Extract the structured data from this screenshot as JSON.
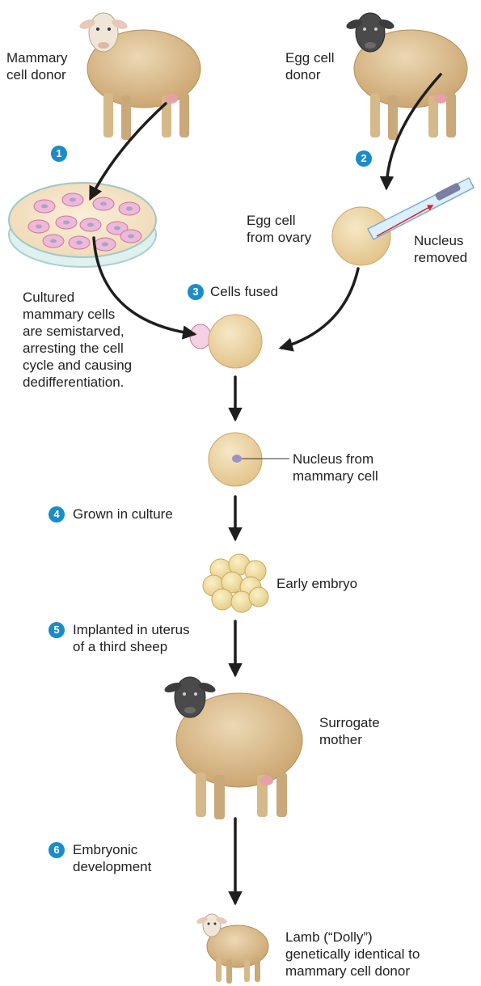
{
  "donors": {
    "mammary_donor_label": "Mammary\ncell donor",
    "egg_donor_label": "Egg cell\ndonor"
  },
  "steps": [
    {
      "number": "1",
      "text": ""
    },
    {
      "number": "2",
      "text": ""
    },
    {
      "number": "3",
      "text": "Cells fused"
    },
    {
      "number": "4",
      "text": "Grown in culture"
    },
    {
      "number": "5",
      "text": "Implanted in uterus\nof a third sheep"
    },
    {
      "number": "6",
      "text": "Embryonic\ndevelopment"
    }
  ],
  "labels": {
    "egg_from_ovary": "Egg cell\nfrom ovary",
    "nucleus_removed": "Nucleus\nremoved",
    "cultured_cells": "Cultured\nmammary cells\nare semistarved,\narresting the cell\ncycle and causing\ndedifferentiation.",
    "nucleus_from_mammary": "Nucleus from\nmammary cell",
    "early_embryo": "Early embryo",
    "surrogate_mother": "Surrogate\nmother",
    "lamb": "Lamb (“Dolly”)\ngenetically identical to\nmammary cell donor"
  },
  "colors": {
    "step_badge": "#1a8cc7",
    "arrow": "#1e1e1e",
    "wool": "#dcc095",
    "egg_fill": "#f2ddb0",
    "mammary_cell": "#f0b8d8",
    "pipette_arrow": "#d42020"
  }
}
